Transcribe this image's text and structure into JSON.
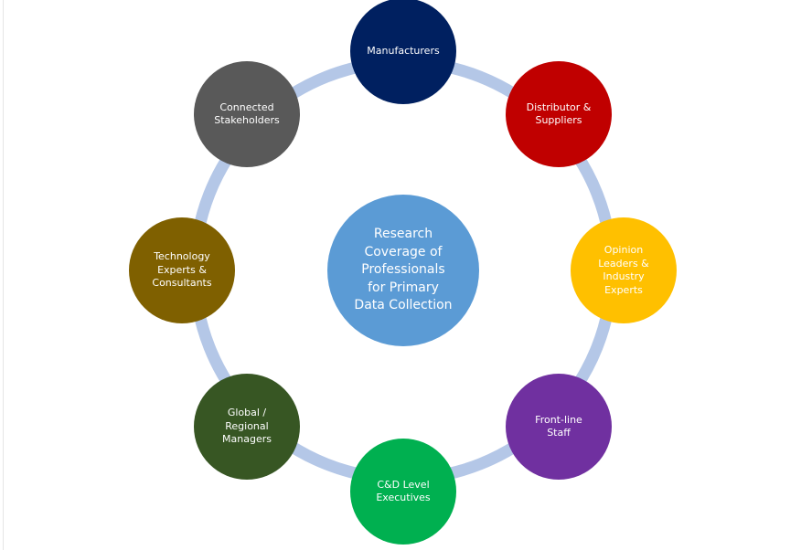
{
  "center": {
    "label": "Research\nCoverage of\nProfessionals\nfor Primary\nData Collection",
    "color": "#5b9bd5"
  },
  "ring_color": "#b4c7e7",
  "nodes": [
    {
      "label": "Manufacturers",
      "color": "#002060"
    },
    {
      "label": "Distributor &\nSuppliers",
      "color": "#c00000"
    },
    {
      "label": "Opinion\nLeaders &\nIndustry\nExperts",
      "color": "#ffc000"
    },
    {
      "label": "Front-line\nStaff",
      "color": "#7030a0"
    },
    {
      "label": "C&D Level\nExecutives",
      "color": "#00b050"
    },
    {
      "label": "Global /\nRegional\nManagers",
      "color": "#375623"
    },
    {
      "label": "Technology\nExperts &\nConsultants",
      "color": "#7f6000"
    },
    {
      "label": "Connected\nStakeholders",
      "color": "#595959"
    }
  ]
}
